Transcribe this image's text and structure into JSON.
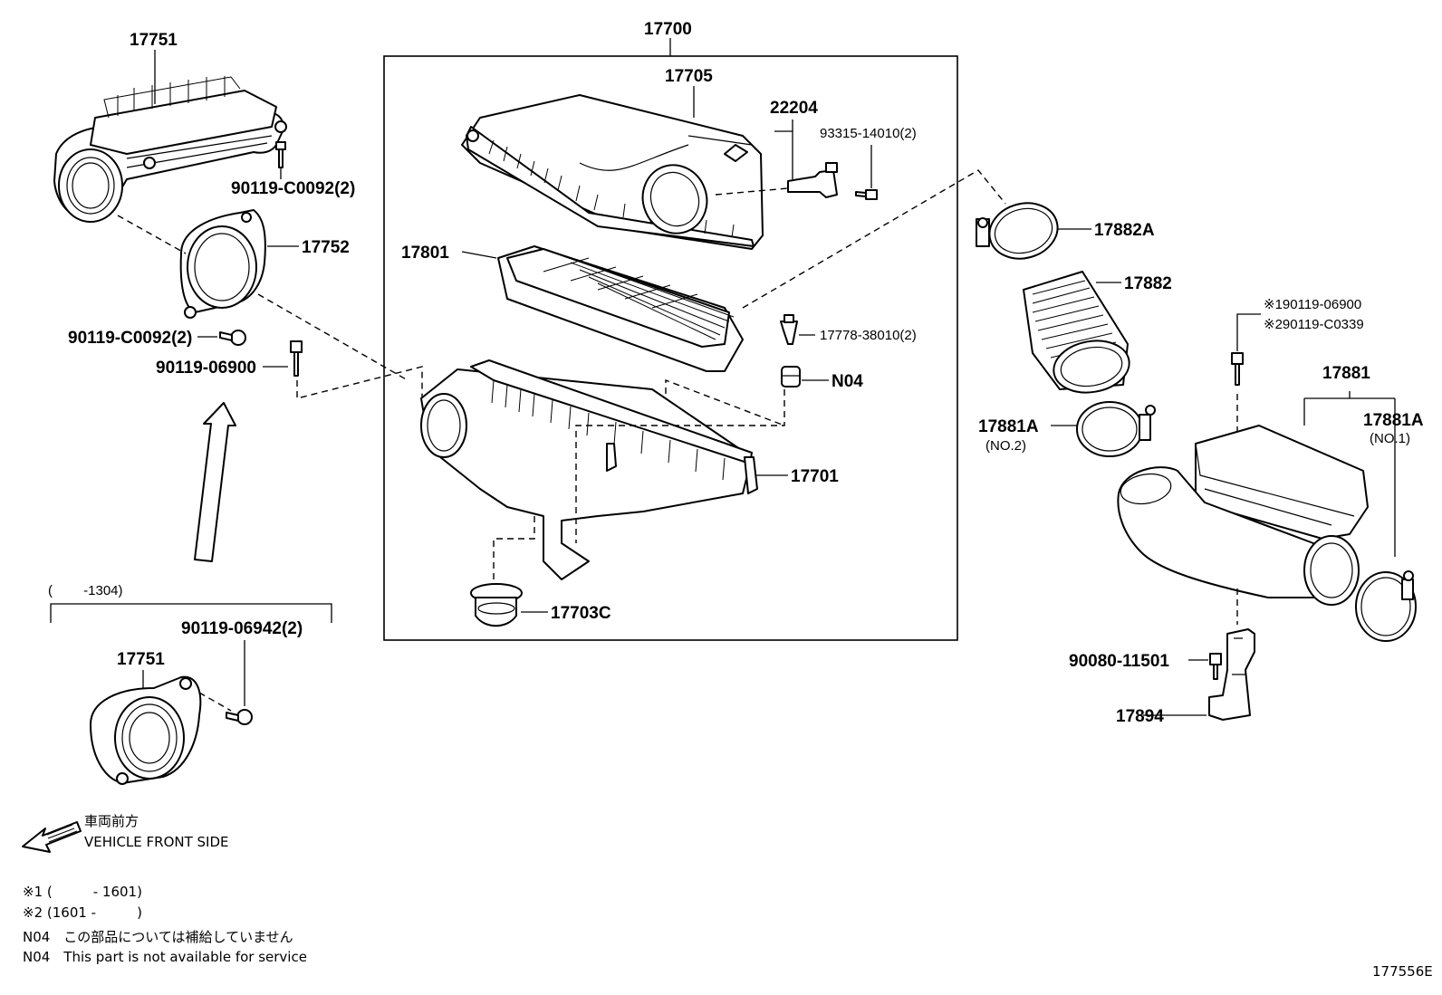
{
  "labels": {
    "p17751_top": "17751",
    "p90119_c0092_top": "90119-C0092(2)",
    "p17752": "17752",
    "p90119_c0092_mid": "90119-C0092(2)",
    "p90119_06900": "90119-06900",
    "range_1304": "(　　 -1304)",
    "p90119_06942": "90119-06942(2)",
    "p17751_bottom": "17751",
    "p17700": "17700",
    "p17705": "17705",
    "p22204": "22204",
    "p93315": "93315-14010(2)",
    "p17801": "17801",
    "p17778": "17778-38010(2)",
    "n04": "N04",
    "p17701": "17701",
    "p17703c": "17703C",
    "p17882a": "17882A",
    "p17882": "17882",
    "note1_part": "※190119-06900",
    "note2_part": "※290119-C0339",
    "p17881": "17881",
    "p17881a_left": "17881A",
    "no2": "(NO.2)",
    "p17881a_right": "17881A",
    "no1": "(NO.1)",
    "p90080": "90080-11501",
    "p17894": "17894"
  },
  "legend": {
    "front_jp": "車両前方",
    "front_en": "VEHICLE FRONT SIDE",
    "note1": "※1 (　　　- 1601)",
    "note2": "※2 (1601 -　　　)",
    "n04_jp": "N04　この部品については補給していません",
    "n04_en": "N04　This part is not available for service",
    "diagram_code": "177556E"
  }
}
